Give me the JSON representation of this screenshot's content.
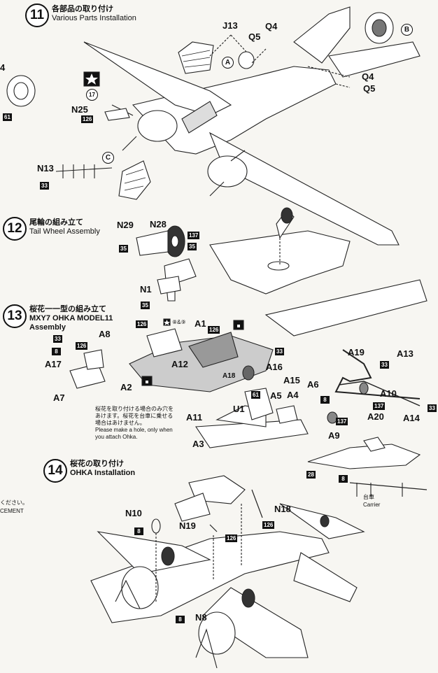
{
  "step11": {
    "number": "11",
    "title_jp": "各部品の取り付け",
    "title_en": "Various Parts Installation"
  },
  "step12": {
    "number": "12",
    "title_jp": "尾輪の組み立て",
    "title_en": "Tail Wheel Assembly"
  },
  "step13": {
    "number": "13",
    "title_jp": "桜花一一型の組み立て",
    "title_en_1": "MXY7 OHKA MODEL11",
    "title_en_2": "Assembly"
  },
  "step14": {
    "number": "14",
    "title_jp": "桜花の取り付け",
    "title_en": "OHKA Installation"
  },
  "callouts": {
    "A": "A",
    "B": "B",
    "C": "C",
    "star_num": "17",
    "star_num_2": "⑧&⑨"
  },
  "parts": {
    "J13": "J13",
    "Q4a": "Q4",
    "Q5a": "Q5",
    "Q4b": "Q4",
    "Q5b": "Q5",
    "N25": "N25",
    "N13": "N13",
    "N29": "N29",
    "N28": "N28",
    "N1": "N1",
    "A1": "A1",
    "A8": "A8",
    "A17": "A17",
    "A7": "A7",
    "A12": "A12",
    "A2": "A2",
    "A18": "A18",
    "A16": "A16",
    "A15": "A15",
    "A19": "A19",
    "A13": "A13",
    "A10": "A10",
    "A20": "A20",
    "A14": "A14",
    "A9": "A9",
    "A6": "A6",
    "A5": "A5",
    "A4": "A4",
    "U1": "U1",
    "A11": "A11",
    "A3": "A3",
    "N10": "N10",
    "N19": "N19",
    "N18": "N18",
    "N8": "N8",
    "edge_4": "4"
  },
  "codes": {
    "c61a": "61",
    "c126a": "126",
    "c33a": "33",
    "c137a": "137",
    "c35a": "35",
    "c35b": "35",
    "c35c": "35",
    "c126b": "126",
    "c126c": "126",
    "c8a": "8",
    "c126d": "126",
    "c33b": "33",
    "c61b": "61",
    "c33c": "33",
    "c137b": "137",
    "c33d": "33",
    "c33e": "33",
    "c8b": "8",
    "c137c": "137",
    "c28": "28",
    "c8c": "8",
    "c8d": "8",
    "c126e": "126",
    "c126f": "126",
    "c8e": "8"
  },
  "notes": {
    "hole_jp_1": "桜花を取り付ける場合のみ穴を",
    "hole_jp_2": "あけます。桜花を台車に乗せる",
    "hole_jp_3": "場合はあけません。",
    "hole_en_1": "Please make a hole, only when",
    "hole_en_2": "you attach Ohka.",
    "carrier_jp": "台車",
    "carrier_en": "Carrier",
    "edge_jp": "ください。",
    "edge_en": "CEMENT"
  }
}
